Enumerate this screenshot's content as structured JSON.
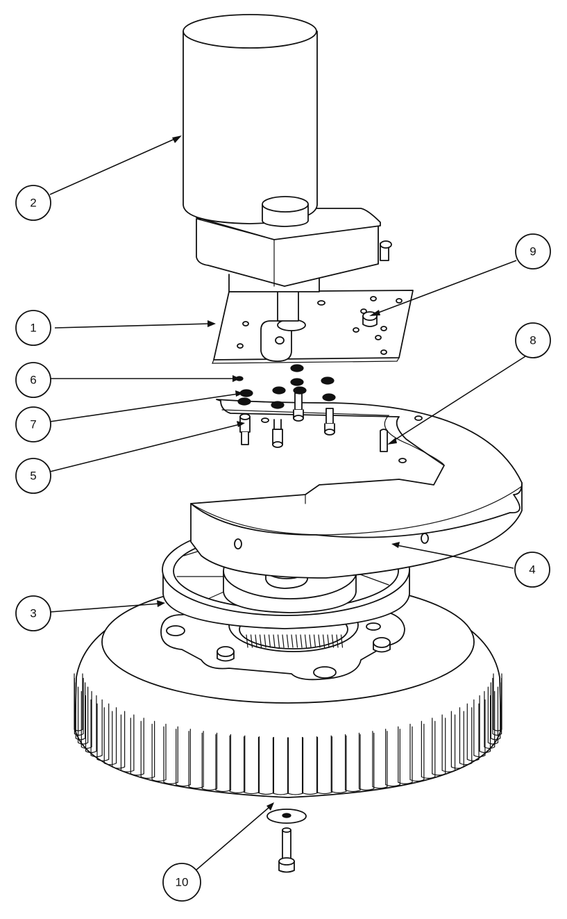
{
  "callouts": [
    {
      "id": "c2",
      "label": "2"
    },
    {
      "id": "c9",
      "label": "9"
    },
    {
      "id": "c1",
      "label": "1"
    },
    {
      "id": "c8",
      "label": "8"
    },
    {
      "id": "c6",
      "label": "6"
    },
    {
      "id": "c7",
      "label": "7"
    },
    {
      "id": "c5",
      "label": "5"
    },
    {
      "id": "c4",
      "label": "4"
    },
    {
      "id": "c3",
      "label": "3"
    },
    {
      "id": "c10",
      "label": "10"
    }
  ]
}
